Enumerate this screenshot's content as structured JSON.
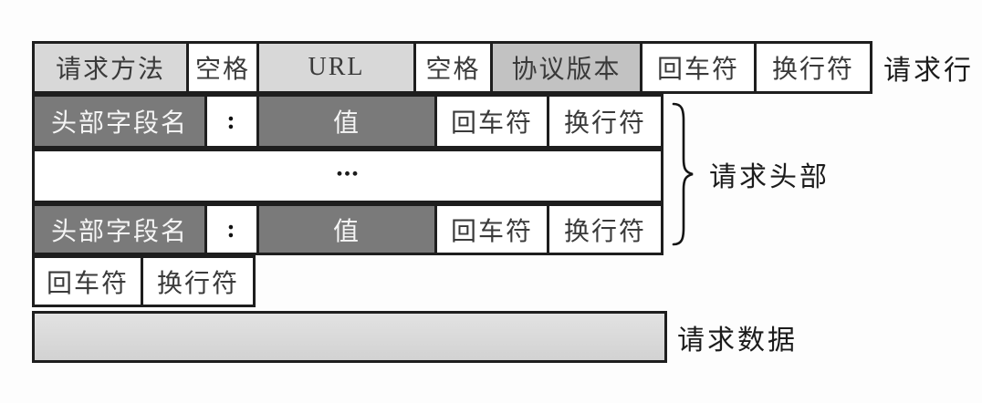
{
  "colors": {
    "cell_light": "#d8d8d8",
    "cell_medium": "#c2c2c2",
    "cell_dark": "#7a7a7a",
    "cell_white": "#ffffff",
    "border": "#1e1e1e"
  },
  "request_line": {
    "cells": [
      {
        "label": "请求方法",
        "shade": "light"
      },
      {
        "label": "空格",
        "shade": "white"
      },
      {
        "label": "URL",
        "shade": "light"
      },
      {
        "label": "空格",
        "shade": "white"
      },
      {
        "label": "协议版本",
        "shade": "medium"
      },
      {
        "label": "回车符",
        "shade": "white"
      },
      {
        "label": "换行符",
        "shade": "white"
      }
    ],
    "group_label": "请求行"
  },
  "header_row_top": {
    "cells": [
      {
        "label": "头部字段名",
        "shade": "dark"
      },
      {
        "label": ":",
        "shade": "white"
      },
      {
        "label": "值",
        "shade": "dark"
      },
      {
        "label": "回车符",
        "shade": "white"
      },
      {
        "label": "换行符",
        "shade": "white"
      }
    ]
  },
  "ellipsis_row": {
    "label": "..."
  },
  "header_row_bottom": {
    "cells": [
      {
        "label": "头部字段名",
        "shade": "dark"
      },
      {
        "label": ":",
        "shade": "white"
      },
      {
        "label": "值",
        "shade": "dark"
      },
      {
        "label": "回车符",
        "shade": "white"
      },
      {
        "label": "换行符",
        "shade": "white"
      }
    ]
  },
  "headers_group_label": "请求头部",
  "blank_line_row": {
    "cells": [
      {
        "label": "回车符",
        "shade": "white"
      },
      {
        "label": "换行符",
        "shade": "white"
      }
    ]
  },
  "body_row": {
    "group_label": "请求数据"
  }
}
